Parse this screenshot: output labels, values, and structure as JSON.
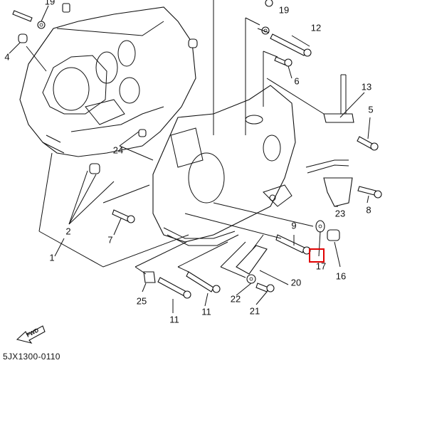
{
  "diagram": {
    "title_code": "5JX1300-0110",
    "fwd_label": "FWD",
    "highlight_color": "#e00000",
    "highlighted_callout": "17",
    "callouts": [
      {
        "id": "c19a",
        "label": "19"
      },
      {
        "id": "c19b",
        "label": "19"
      },
      {
        "id": "c12",
        "label": "12"
      },
      {
        "id": "c4",
        "label": "4"
      },
      {
        "id": "c6",
        "label": "6"
      },
      {
        "id": "c13",
        "label": "13"
      },
      {
        "id": "c5",
        "label": "5"
      },
      {
        "id": "c24",
        "label": "24"
      },
      {
        "id": "c8",
        "label": "8"
      },
      {
        "id": "c23",
        "label": "23"
      },
      {
        "id": "c2",
        "label": "2"
      },
      {
        "id": "c7",
        "label": "7"
      },
      {
        "id": "c9",
        "label": "9"
      },
      {
        "id": "c1",
        "label": "1"
      },
      {
        "id": "c17",
        "label": "17"
      },
      {
        "id": "c16",
        "label": "16"
      },
      {
        "id": "c20",
        "label": "20"
      },
      {
        "id": "c25",
        "label": "25"
      },
      {
        "id": "c22",
        "label": "22"
      },
      {
        "id": "c11a",
        "label": "11"
      },
      {
        "id": "c11b",
        "label": "11"
      },
      {
        "id": "c21",
        "label": "21"
      }
    ]
  }
}
